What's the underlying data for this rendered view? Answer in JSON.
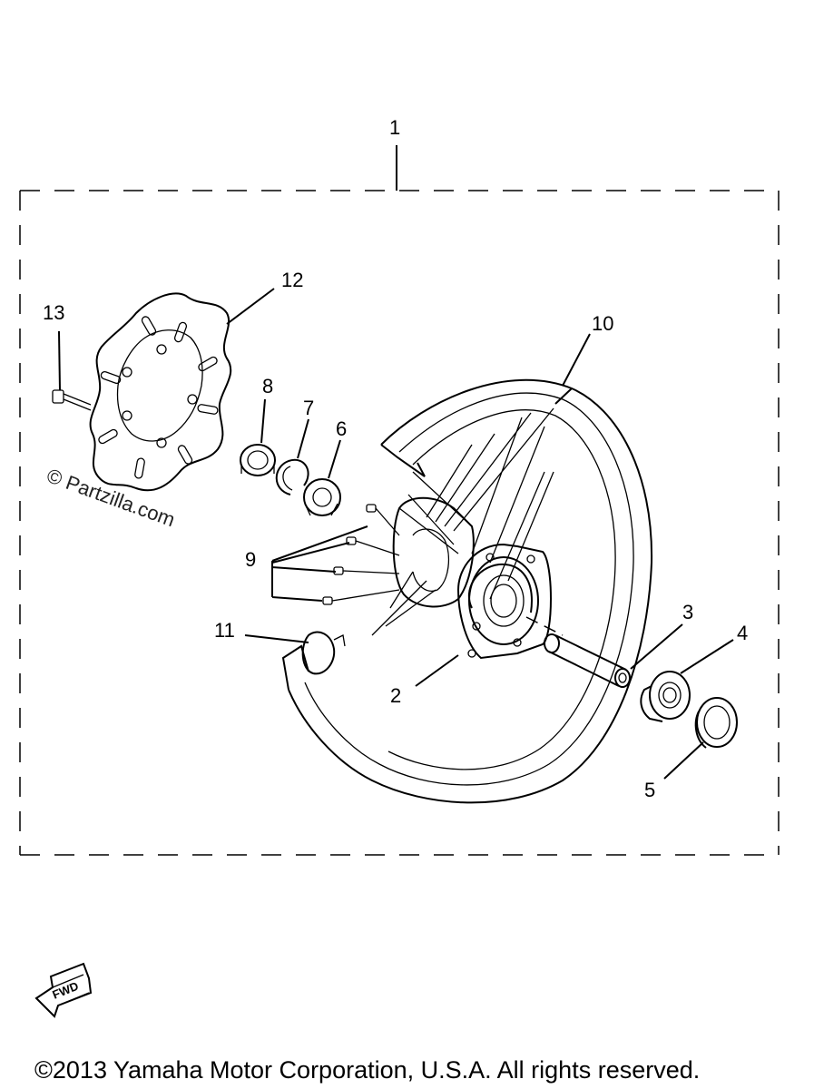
{
  "callouts": {
    "c1": "1",
    "c2": "2",
    "c3": "3",
    "c4": "4",
    "c5": "5",
    "c6": "6",
    "c7": "7",
    "c8": "8",
    "c9": "9",
    "c10": "10",
    "c11": "11",
    "c12": "12",
    "c13": "13"
  },
  "watermark": "© Partzilla.com",
  "fwd_label": "FWD",
  "footer": "©2013 Yamaha Motor Corporation, U.S.A. All rights reserved."
}
